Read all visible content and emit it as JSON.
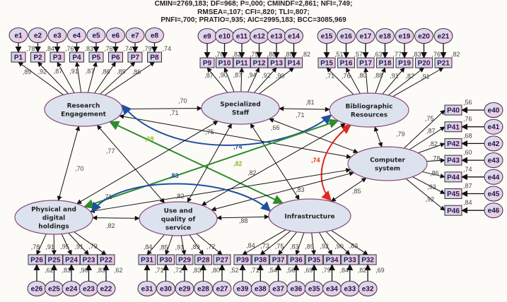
{
  "fit_indices": {
    "line1": "CMIN=2769,183; DF=968; P=,000; CMINDF=2,861; NFI=,749;",
    "line2": "RMSEA=,107; CFI=,820; TLI=,807;",
    "line3": "PNFI=,700; PRATIO=,935; AIC=2995,183; BCC=3085,969"
  },
  "colors": {
    "latent_fill": "#dde3ee",
    "latent_stroke": "#8a4a7a",
    "box_fill": "#e6d2ea",
    "error_fill": "#e8d0ea",
    "blue_path": "#1f4fa0",
    "green_path": "#2e8b2e",
    "red_path": "#e0281e",
    "green_label": "#8ab820"
  },
  "latents": [
    {
      "id": "RE",
      "label": [
        "Research",
        "Engagement"
      ]
    },
    {
      "id": "SS",
      "label": [
        "Specialized",
        "Staff"
      ]
    },
    {
      "id": "BR",
      "label": [
        "Bibliographic",
        "Resources"
      ]
    },
    {
      "id": "CS",
      "label": [
        "Computer",
        "system"
      ]
    },
    {
      "id": "PD",
      "label": [
        "Physical and",
        "digital",
        "holdings"
      ]
    },
    {
      "id": "US",
      "label": [
        "Use and",
        "quality of",
        "service"
      ]
    },
    {
      "id": "IN",
      "label": [
        "Infrastructure"
      ]
    }
  ],
  "indicator_groups": [
    {
      "latent": "RE",
      "side": "top",
      "items": [
        {
          "p": "P1",
          "e": "e1",
          "loading": ",89",
          "r2": ",78"
        },
        {
          "p": "P2",
          "e": "e2",
          "loading": ",92",
          "r2": ",84"
        },
        {
          "p": "P3",
          "e": "e3",
          "loading": ",87",
          "r2": ",76"
        },
        {
          "p": "P4",
          "e": "e4",
          "loading": ",91",
          "r2": ",83"
        },
        {
          "p": "P5",
          "e": "e5",
          "loading": ",87",
          "r2": ",76"
        },
        {
          "p": "P6",
          "e": "e6",
          "loading": ",86",
          "r2": ",74"
        },
        {
          "p": "P7",
          "e": "e7",
          "loading": ",89",
          "r2": ",79"
        },
        {
          "p": "P8",
          "e": "e8",
          "loading": ",86",
          "r2": ",74"
        }
      ]
    },
    {
      "latent": "SS",
      "side": "top",
      "items": [
        {
          "p": "P9",
          "e": "e9",
          "loading": ",87",
          "r2": ",76"
        },
        {
          "p": "P10",
          "e": "e10",
          "loading": ",90",
          "r2": ",82"
        },
        {
          "p": "P11",
          "e": "e11",
          "loading": ",87",
          "r2": ",75"
        },
        {
          "p": "P12",
          "e": "e12",
          "loading": ",94",
          "r2": ",88"
        },
        {
          "p": "P13",
          "e": "e13",
          "loading": ",92",
          "r2": ",85"
        },
        {
          "p": "P14",
          "e": "e14",
          "loading": ",90",
          "r2": ",82"
        }
      ]
    },
    {
      "latent": "BR",
      "side": "top",
      "items": [
        {
          "p": "P15",
          "e": "e15",
          "loading": ",71",
          "r2": ",51"
        },
        {
          "p": "P16",
          "e": "e16",
          "loading": ",76",
          "r2": ",57"
        },
        {
          "p": "P17",
          "e": "e17",
          "loading": ",80",
          "r2": ",63"
        },
        {
          "p": "P18",
          "e": "e18",
          "loading": ",88",
          "r2": ",77"
        },
        {
          "p": "P19",
          "e": "e19",
          "loading": ",91",
          "r2": ",83"
        },
        {
          "p": "P20",
          "e": "e20",
          "loading": ",87",
          "r2": ",76"
        },
        {
          "p": "P21",
          "e": "e21",
          "loading": ",91",
          "r2": ",82"
        }
      ]
    },
    {
      "latent": "CS",
      "side": "right",
      "items": [
        {
          "p": "P40",
          "e": "e40",
          "loading": ",75",
          "r2": ",56"
        },
        {
          "p": "P41",
          "e": "e41",
          "loading": ",87",
          "r2": ",76"
        },
        {
          "p": "P42",
          "e": "e42",
          "loading": ",82",
          "r2": ",68"
        },
        {
          "p": "P43",
          "e": "e43",
          "loading": ",78",
          "r2": ",60"
        },
        {
          "p": "P44",
          "e": "e44",
          "loading": ",86",
          "r2": ",74"
        },
        {
          "p": "P45",
          "e": "e45",
          "loading": ",93",
          "r2": ",87"
        },
        {
          "p": "P46",
          "e": "e46",
          "loading": ",92",
          "r2": ",84"
        }
      ]
    },
    {
      "latent": "PD",
      "side": "bottom",
      "items": [
        {
          "p": "P26",
          "e": "e26",
          "loading": ",78",
          "r2": ",62"
        },
        {
          "p": "P25",
          "e": "e25",
          "loading": ",91",
          "r2": ",83"
        },
        {
          "p": "P24",
          "e": "e24",
          "loading": ",95",
          "r2": ",90"
        },
        {
          "p": "P23",
          "e": "e23",
          "loading": ",91",
          "r2": ",83"
        },
        {
          "p": "P22",
          "e": "e22",
          "loading": ",79",
          "r2": ",62"
        }
      ]
    },
    {
      "latent": "US",
      "side": "bottom",
      "items": [
        {
          "p": "P31",
          "e": "e31",
          "loading": ",84",
          "r2": ",71"
        },
        {
          "p": "P30",
          "e": "e30",
          "loading": ",85",
          "r2": ",72"
        },
        {
          "p": "P29",
          "e": "e29",
          "loading": ",91",
          "r2": ",83"
        },
        {
          "p": "P28",
          "e": "e28",
          "loading": ",89",
          "r2": ",80"
        },
        {
          "p": "P27",
          "e": "e27",
          "loading": ",72",
          "r2": ",52"
        }
      ]
    },
    {
      "latent": "IN",
      "side": "bottom",
      "items": [
        {
          "p": "P39",
          "e": "e39",
          "loading": ",84",
          "r2": ",71"
        },
        {
          "p": "P38",
          "e": "e38",
          "loading": ",73",
          "r2": ",54"
        },
        {
          "p": "P37",
          "e": "e37",
          "loading": ",75",
          "r2": ",56"
        },
        {
          "p": "P36",
          "e": "e36",
          "loading": ",83",
          "r2": ",69"
        },
        {
          "p": "P35",
          "e": "e35",
          "loading": ",89",
          "r2": ",79"
        },
        {
          "p": "P34",
          "e": "e34",
          "loading": ",92",
          "r2": ",84"
        },
        {
          "p": "P33",
          "e": "e33",
          "loading": ",90",
          "r2": ",82"
        },
        {
          "p": "P32",
          "e": "e32",
          "loading": ",83",
          "r2": ",69"
        }
      ]
    }
  ],
  "covariances": [
    {
      "from": "RE",
      "to": "SS",
      "value": ",70",
      "color": "black"
    },
    {
      "from": "RE",
      "to": "CS",
      "value": ",71",
      "color": "black"
    },
    {
      "from": "RE",
      "to": "PD",
      "value": ",70",
      "color": "black"
    },
    {
      "from": "RE",
      "to": "US",
      "value": ",77",
      "color": "black"
    },
    {
      "from": "RE",
      "to": "BR",
      "value": ",74",
      "color": "blue"
    },
    {
      "from": "RE",
      "to": "IN",
      "value": ",69",
      "color": "green"
    },
    {
      "from": "SS",
      "to": "BR",
      "value": ",81",
      "color": "black"
    },
    {
      "from": "SS",
      "to": "CS",
      "value": ",71",
      "color": "black"
    },
    {
      "from": "SS",
      "to": "IN",
      "value": ",66",
      "color": "black"
    },
    {
      "from": "SS",
      "to": "US",
      "value": ",75",
      "color": "black"
    },
    {
      "from": "SS",
      "to": "PD",
      "value": ",71",
      "color": "black"
    },
    {
      "from": "BR",
      "to": "CS",
      "value": ",79",
      "color": "black"
    },
    {
      "from": "BR",
      "to": "IN",
      "value": ",74",
      "color": "red"
    },
    {
      "from": "BR",
      "to": "PD",
      "value": ",82",
      "color": "green"
    },
    {
      "from": "BR",
      "to": "US",
      "value": ",82",
      "color": "black"
    },
    {
      "from": "CS",
      "to": "IN",
      "value": ",85",
      "color": "black"
    },
    {
      "from": "CS",
      "to": "US",
      "value": ",83",
      "color": "black"
    },
    {
      "from": "CS",
      "to": "PD",
      "value": ",82",
      "color": "black"
    },
    {
      "from": "PD",
      "to": "US",
      "value": ",82",
      "color": "black"
    },
    {
      "from": "PD",
      "to": "IN",
      "value": ",83",
      "color": "blue"
    },
    {
      "from": "US",
      "to": "IN",
      "value": ",88",
      "color": "black"
    }
  ]
}
